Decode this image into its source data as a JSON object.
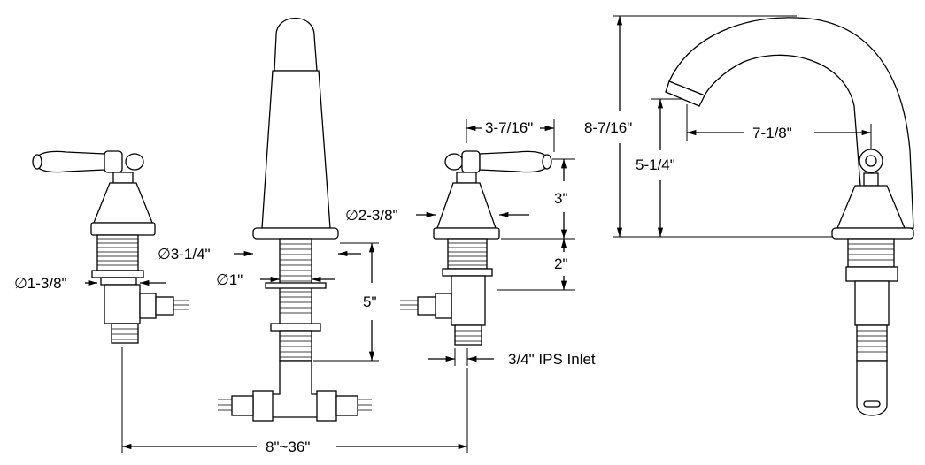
{
  "diagram": {
    "labels": {
      "handle_cross_width": "3-7/16\"",
      "handle_base_diameter": "∅2-3/8\"",
      "handle_height": "3\"",
      "shank_height": "2\"",
      "spout_base_diameter": "∅3-1/4\"",
      "spout_shank_diameter": "∅1\"",
      "valve_diameter": "∅1-3/8\"",
      "spout_shank_length": "5\"",
      "inlet": "3/4\" IPS Inlet",
      "spread": "8\"~36\"",
      "overall_height": "8-7/16\"",
      "spout_reach": "7-1/8\"",
      "spout_clearance": "5-1/4\""
    },
    "colors": {
      "line": "#000000",
      "background": "#ffffff"
    }
  }
}
